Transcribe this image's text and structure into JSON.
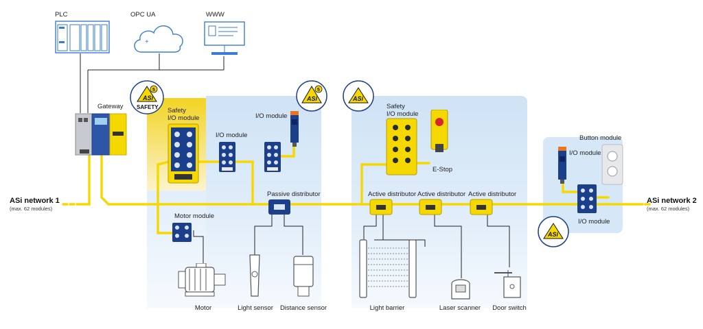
{
  "top": {
    "plc": "PLC",
    "opc": "OPC UA",
    "www": "WWW"
  },
  "gateway": "Gateway",
  "zones": {
    "safety_logo": "SAFETY",
    "asi_logo": "ASi",
    "asi5": "5"
  },
  "modules": {
    "safety_io_1": [
      "Safety",
      "I/O module"
    ],
    "io_1": "I/O module",
    "io_2": "I/O module",
    "motor_module": "Motor module",
    "passive_distributor": "Passive distributor",
    "safety_io_2": [
      "Safety",
      "I/O module"
    ],
    "estop": "E-Stop",
    "active_1": "Active distributor",
    "active_2": "Active distributor",
    "active_3": "Active distributor",
    "button_module": "Button module",
    "io_3": "I/O module",
    "io_4": "I/O module"
  },
  "devices": {
    "motor": "Motor",
    "light_sensor": "Light sensor",
    "distance_sensor": "Distance sensor",
    "light_barrier": "Light barrier",
    "laser_scanner": "Laser scanner",
    "door_switch": "Door switch"
  },
  "networks": {
    "n1_name": "ASi network 1",
    "n1_sub": "(max. 62 modules)",
    "n2_name": "ASi network 2",
    "n2_sub": "(max. 62 modules)"
  },
  "colors": {
    "bus": "#f5d800",
    "zone": "#dcecf9",
    "module": "#1b3f8a",
    "safety": "#f5d800"
  }
}
